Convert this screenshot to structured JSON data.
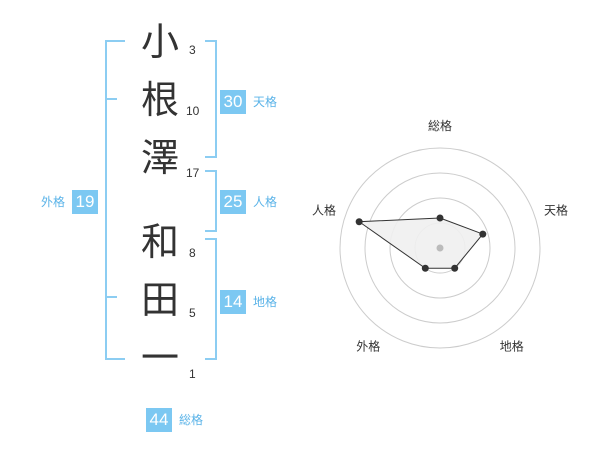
{
  "name": {
    "chars": [
      {
        "char": "小",
        "strokes": "3"
      },
      {
        "char": "根",
        "strokes": "10"
      },
      {
        "char": "澤",
        "strokes": "17"
      },
      {
        "char": "和",
        "strokes": "8"
      },
      {
        "char": "田",
        "strokes": "5"
      },
      {
        "char": "一",
        "strokes": "1"
      }
    ]
  },
  "fortune": {
    "tenkaku": {
      "value": "30",
      "label": "天格"
    },
    "jinkaku": {
      "value": "25",
      "label": "人格"
    },
    "chikaku": {
      "value": "14",
      "label": "地格"
    },
    "gaikaku": {
      "value": "19",
      "label": "外格"
    },
    "soukaku": {
      "value": "44",
      "label": "総格"
    }
  },
  "chart_data": {
    "type": "radar",
    "axes": [
      "総格",
      "天格",
      "地格",
      "外格",
      "人格"
    ],
    "values": [
      0.3,
      0.45,
      0.25,
      0.25,
      0.85
    ],
    "rmax": 1,
    "rings": 4,
    "colors": {
      "fill": "#efefef",
      "line": "#333333",
      "point": "#333333",
      "grid": "#cccccc",
      "center": "#bbbbbb"
    }
  }
}
